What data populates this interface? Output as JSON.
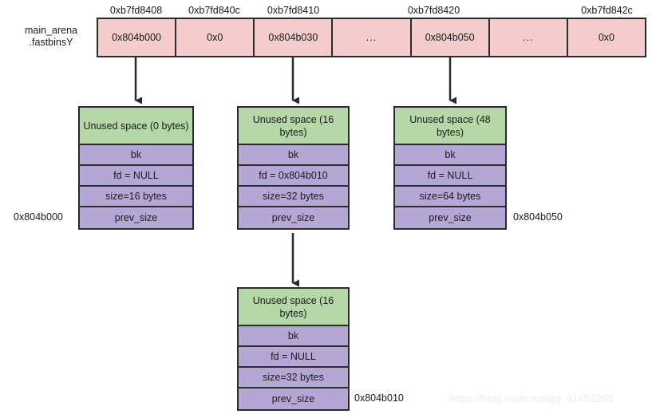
{
  "diagram": {
    "title": "glibc fastbinsY array and fastbin chunks",
    "colors": {
      "array_fill": "#f4cccc",
      "chunk_header_fill": "#b6d7a8",
      "chunk_field_fill": "#b4a7d6",
      "stroke": "#2b2b2b",
      "text": "#1a1a1a",
      "watermark": "#ededed"
    }
  },
  "arena": {
    "label_line1": "main_arena",
    "label_line2": ".fastbinsY"
  },
  "fastbins": {
    "address_labels": [
      {
        "text": "0xb7fd8408",
        "cell_index": 0
      },
      {
        "text": "0xb7fd840c",
        "cell_index": 1
      },
      {
        "text": "0xb7fd8410",
        "cell_index": 2
      },
      {
        "text": "0xb7fd8420",
        "cell_index": 4
      },
      {
        "text": "0xb7fd842c",
        "cell_index": 6
      }
    ],
    "cells": [
      {
        "value": "0x804b000",
        "is_ellipsis": false
      },
      {
        "value": "0x0",
        "is_ellipsis": false
      },
      {
        "value": "0x804b030",
        "is_ellipsis": false
      },
      {
        "value": "...",
        "is_ellipsis": true
      },
      {
        "value": "0x804b050",
        "is_ellipsis": false
      },
      {
        "value": "...",
        "is_ellipsis": true
      },
      {
        "value": "0x0",
        "is_ellipsis": false
      }
    ]
  },
  "chunks": [
    {
      "id": "chunk-804b000",
      "header": "Unused space (0 bytes)",
      "rows": [
        "bk",
        "fd = NULL",
        "size=16 bytes",
        "prev_size"
      ],
      "address_label": "0x804b000",
      "address_side": "left"
    },
    {
      "id": "chunk-804b030",
      "header": "Unused space (16 bytes)",
      "rows": [
        "bk",
        "fd = 0x804b010",
        "size=32 bytes",
        "prev_size"
      ],
      "address_label": "",
      "address_side": "none"
    },
    {
      "id": "chunk-804b050",
      "header": "Unused space (48 bytes)",
      "rows": [
        "bk",
        "fd = NULL",
        "size=64 bytes",
        "prev_size"
      ],
      "address_label": "0x804b050",
      "address_side": "right"
    },
    {
      "id": "chunk-804b010",
      "header": "Unused space (16 bytes)",
      "rows": [
        "bk",
        "fd = NULL",
        "size=32 bytes",
        "prev_size"
      ],
      "address_label": "0x804b010",
      "address_side": "right"
    }
  ],
  "watermark": {
    "text": "https://blog.csdn.net/qq_41453285"
  }
}
